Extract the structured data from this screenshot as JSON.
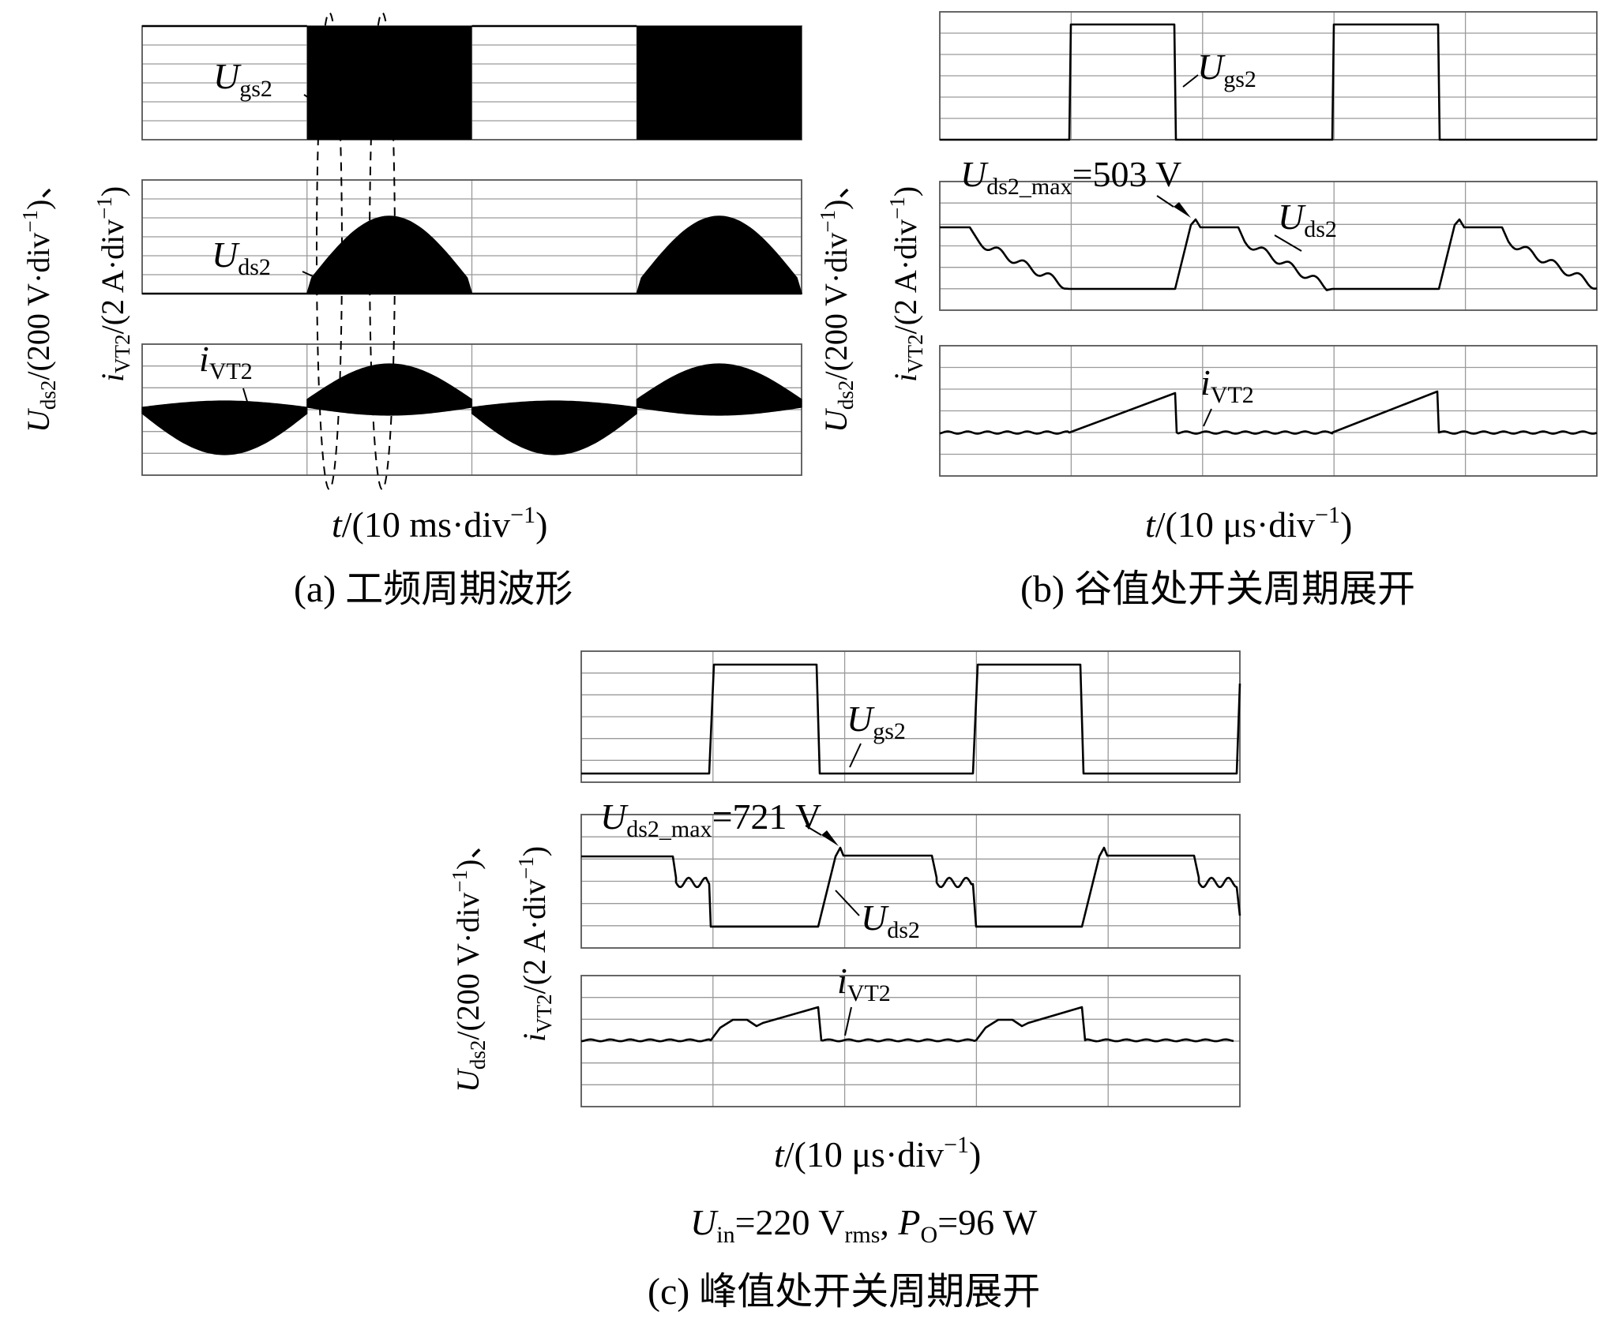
{
  "chart_data": [
    {
      "type": "line",
      "panel_id": "a",
      "caption_letter": "(a)",
      "caption_text": "工频周期波形",
      "ylabel_main": "U",
      "ylabel_main_sub": "ds2",
      "ylabel_main_rest": "/(200 V·div",
      "ylabel_main_sup": "−1",
      "ylabel_main_end": ")、",
      "ylabel_second": "i",
      "ylabel_second_sub": "VT2",
      "ylabel_second_rest": "/(2 A·div",
      "ylabel_second_sup": "−1",
      "ylabel_second_end": ")",
      "xlabel_t": "t",
      "xlabel_value": "/(10",
      "xlabel_unit": "ms·div",
      "xlabel_sup": "−1",
      "xlabel_end": ")",
      "time_divisions": 4,
      "series": [
        {
          "name": "U_gs2",
          "label_main": "U",
          "label_sub": "gs2",
          "description": "PWM gate bursts during 2nd and 4th divisions"
        },
        {
          "name": "U_ds2",
          "label_main": "U",
          "label_sub": "ds2",
          "description": "half-sine bursts during 2nd and 4th divisions"
        },
        {
          "name": "i_VT2",
          "label_main": "i",
          "label_sub": "VT2",
          "description": "alternating half-sine envelope, upward in 2nd/4th, downward in 1st/3rd"
        }
      ]
    },
    {
      "type": "line",
      "panel_id": "b",
      "caption_letter": "(b)",
      "caption_text": "谷值处开关周期展开",
      "ylabel_main": "U",
      "ylabel_main_sub": "ds2",
      "ylabel_main_rest": "/(200 V·div",
      "ylabel_main_sup": "−1",
      "ylabel_main_end": ")、",
      "ylabel_second": "i",
      "ylabel_second_sub": "VT2",
      "ylabel_second_rest": "/(2 A·div",
      "ylabel_second_sup": "−1",
      "ylabel_second_end": ")",
      "xlabel_t": "t",
      "xlabel_value": "/(10",
      "xlabel_unit": "μs·div",
      "xlabel_sup": "−1",
      "xlabel_end": ")",
      "time_divisions": 5,
      "annotation": {
        "main": "U",
        "sub": "ds2_max",
        "value": "=503 V"
      },
      "series": [
        {
          "name": "U_gs2",
          "label_main": "U",
          "label_sub": "gs2"
        },
        {
          "name": "U_ds2",
          "label_main": "U",
          "label_sub": "ds2"
        },
        {
          "name": "i_VT2",
          "label_main": "i",
          "label_sub": "VT2"
        }
      ]
    },
    {
      "type": "line",
      "panel_id": "c",
      "caption_letter": "(c)",
      "caption_text": "峰值处开关周期展开",
      "ylabel_main": "U",
      "ylabel_main_sub": "ds2",
      "ylabel_main_rest": "/(200 V·div",
      "ylabel_main_sup": "−1",
      "ylabel_main_end": ")、",
      "ylabel_second": "i",
      "ylabel_second_sub": "VT2",
      "ylabel_second_rest": "/(2 A·div",
      "ylabel_second_sup": "−1",
      "ylabel_second_end": ")",
      "xlabel_t": "t",
      "xlabel_value": "/(10",
      "xlabel_unit": "μs·div",
      "xlabel_sup": "−1",
      "xlabel_end": ")",
      "time_divisions": 5,
      "annotation": {
        "main": "U",
        "sub": "ds2_max",
        "value": "=721 V"
      },
      "condition": {
        "u_main": "U",
        "u_sub": "in",
        "u_value": "=220 V",
        "u_unit_sub": "rms",
        "sep": ", ",
        "p_main": "P",
        "p_sub": "O",
        "p_value": "=96 W"
      },
      "series": [
        {
          "name": "U_gs2",
          "label_main": "U",
          "label_sub": "gs2"
        },
        {
          "name": "U_ds2",
          "label_main": "U",
          "label_sub": "ds2"
        },
        {
          "name": "i_VT2",
          "label_main": "i",
          "label_sub": "VT2"
        }
      ]
    }
  ],
  "colors": {
    "trace": "#000000",
    "grid": "#9a9a9a",
    "frame": "#555555",
    "background": "#ffffff"
  }
}
